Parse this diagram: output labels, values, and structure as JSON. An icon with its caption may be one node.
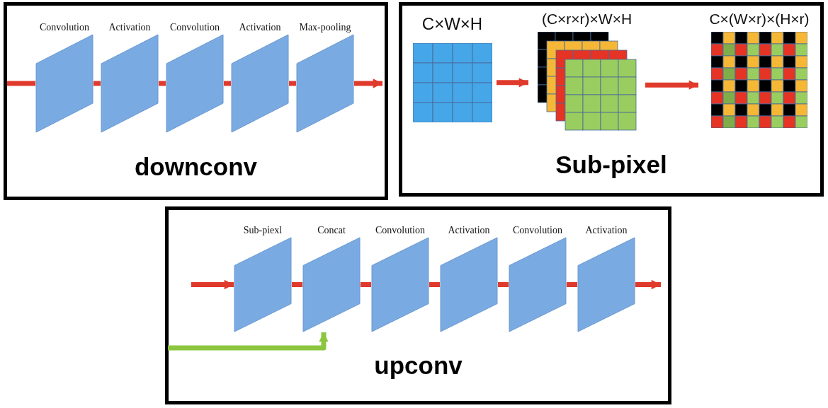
{
  "diagram": {
    "nodes": [
      {
        "text": [
          "downconv"
        ]
      },
      {
        "text": [
          "Convolution"
        ],
        "in": 0
      },
      {
        "text": [
          "Activation"
        ],
        "in": 0
      },
      {
        "text": [
          "Convolution"
        ],
        "in": 0
      },
      {
        "text": [
          "Activation"
        ],
        "in": 0
      },
      {
        "text": [
          "Max-pooling"
        ],
        "in": 0
      },
      {
        "text": [
          "Sub-pixel"
        ]
      },
      {
        "text": [
          "C×W×H"
        ],
        "in": 6
      },
      {
        "text": [
          "(C×r×r)×W×H"
        ],
        "in": 6
      },
      {
        "text": [
          "C×(W×r)×(H×r)"
        ],
        "in": 6
      },
      {
        "text": [
          "upconv"
        ]
      },
      {
        "text": [
          "Sub-piexl"
        ],
        "in": 10
      },
      {
        "text": [
          "Concat"
        ],
        "in": 10
      },
      {
        "text": [
          "Convolution"
        ],
        "in": 10
      },
      {
        "text": [
          "Activation"
        ],
        "in": 10
      },
      {
        "text": [
          "Convolution"
        ],
        "in": 10
      },
      {
        "text": [
          "Activation"
        ],
        "in": 10
      }
    ],
    "edges": [
      {
        "from": null,
        "to": 1,
        "arrow": "none"
      },
      {
        "from": 1,
        "to": 2,
        "arrow": "none"
      },
      {
        "from": 2,
        "to": 3,
        "arrow": "none"
      },
      {
        "from": 3,
        "to": 4,
        "arrow": "none"
      },
      {
        "from": 4,
        "to": 5,
        "arrow": "none"
      },
      {
        "from": 5,
        "to": null,
        "arrow": "to"
      },
      {
        "from": 7,
        "to": 8,
        "arrow": "to"
      },
      {
        "from": 8,
        "to": 9,
        "arrow": "to"
      },
      {
        "from": null,
        "to": 11,
        "arrow": "to"
      },
      {
        "from": 11,
        "to": 12,
        "arrow": "none"
      },
      {
        "from": 12,
        "to": 13,
        "arrow": "none"
      },
      {
        "from": 13,
        "to": 14,
        "arrow": "none"
      },
      {
        "from": 14,
        "to": 15,
        "arrow": "none"
      },
      {
        "from": 15,
        "to": 16,
        "arrow": "none"
      },
      {
        "from": 16,
        "to": null,
        "arrow": "to"
      },
      {
        "from": null,
        "to": 12,
        "arrow": "to",
        "color": "#8cc63f"
      }
    ]
  }
}
